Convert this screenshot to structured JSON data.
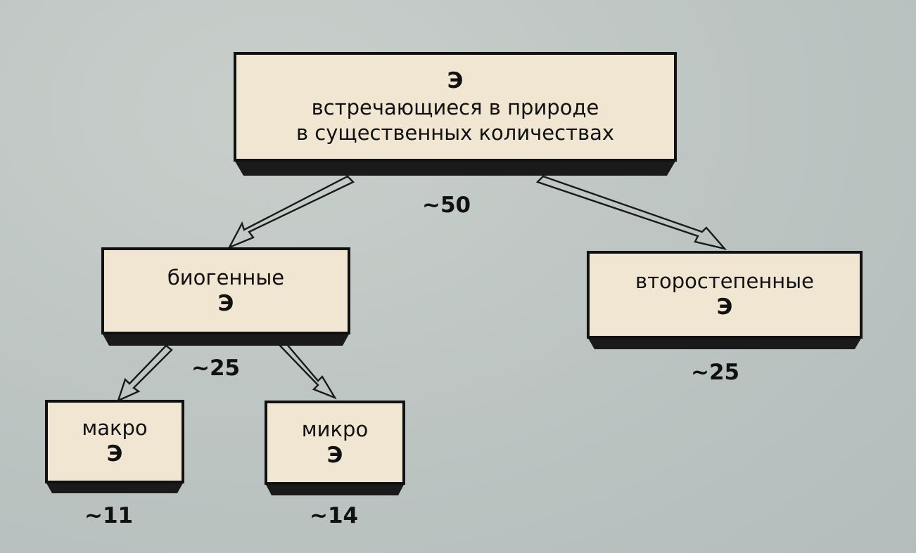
{
  "root": {
    "symbol": "Э",
    "line1": "встречающиеся в природе",
    "line2": "в существенных количествах",
    "count": "~50"
  },
  "biogenic": {
    "label": "биогенные",
    "symbol": "Э",
    "count": "~25"
  },
  "secondary": {
    "label": "второстепенные",
    "symbol": "Э",
    "count": "~25"
  },
  "macro": {
    "label": "макро",
    "symbol": "Э",
    "count": "~11"
  },
  "micro": {
    "label": "микро",
    "symbol": "Э",
    "count": "~14"
  },
  "colors": {
    "background": "#bfc7c4",
    "box_fill": "#f1e6d2",
    "ink": "#111111"
  }
}
